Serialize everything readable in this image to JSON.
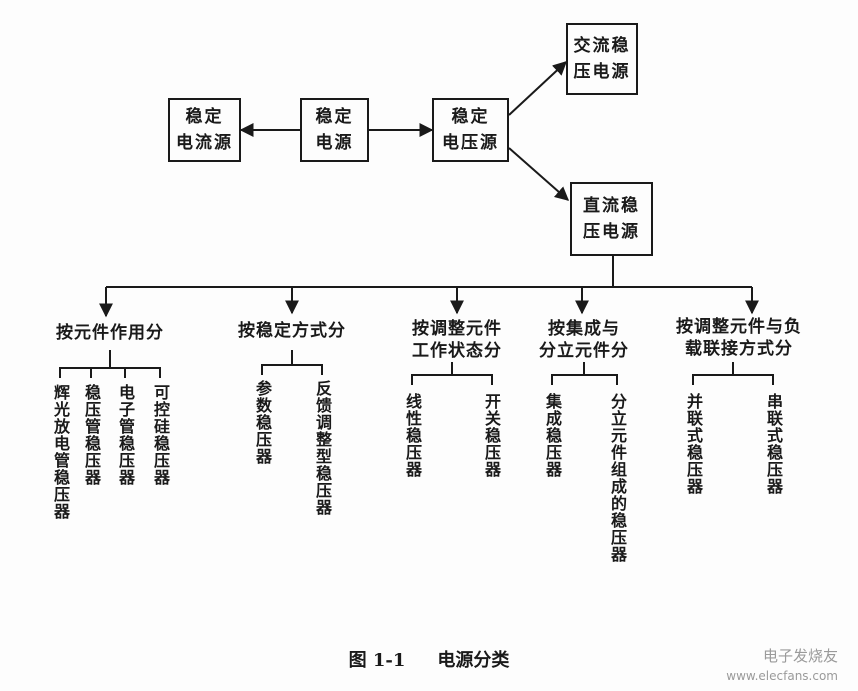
{
  "nodes": {
    "current": [
      "稳定",
      "电流源"
    ],
    "supply": [
      "稳定",
      "电源"
    ],
    "voltage": [
      "稳定",
      "电压源"
    ],
    "ac": [
      "交流稳",
      "压电源"
    ],
    "dc": [
      "直流稳",
      "压电源"
    ]
  },
  "categories": [
    {
      "title": [
        "按元件作用分"
      ],
      "items": [
        "辉光放电管稳压器",
        "稳压管稳压器",
        "电子管稳压器",
        "可控硅稳压器"
      ]
    },
    {
      "title": [
        "按稳定方式分"
      ],
      "items": [
        "参数稳压器",
        "反馈调整型稳压器"
      ]
    },
    {
      "title": [
        "按调整元件",
        "工作状态分"
      ],
      "items": [
        "线性稳压器",
        "开关稳压器"
      ]
    },
    {
      "title": [
        "按集成与",
        "分立元件分"
      ],
      "items": [
        "集成稳压器",
        "分立元件组成的稳压器"
      ]
    },
    {
      "title": [
        "按调整元件与负",
        "载联接方式分"
      ],
      "items": [
        "并联式稳压器",
        "串联式稳压器"
      ]
    }
  ],
  "caption": {
    "figure": "图 1-1",
    "title": "电源分类"
  },
  "watermark": {
    "brand": "电子发烧友",
    "url": "www.elecfans.com"
  }
}
